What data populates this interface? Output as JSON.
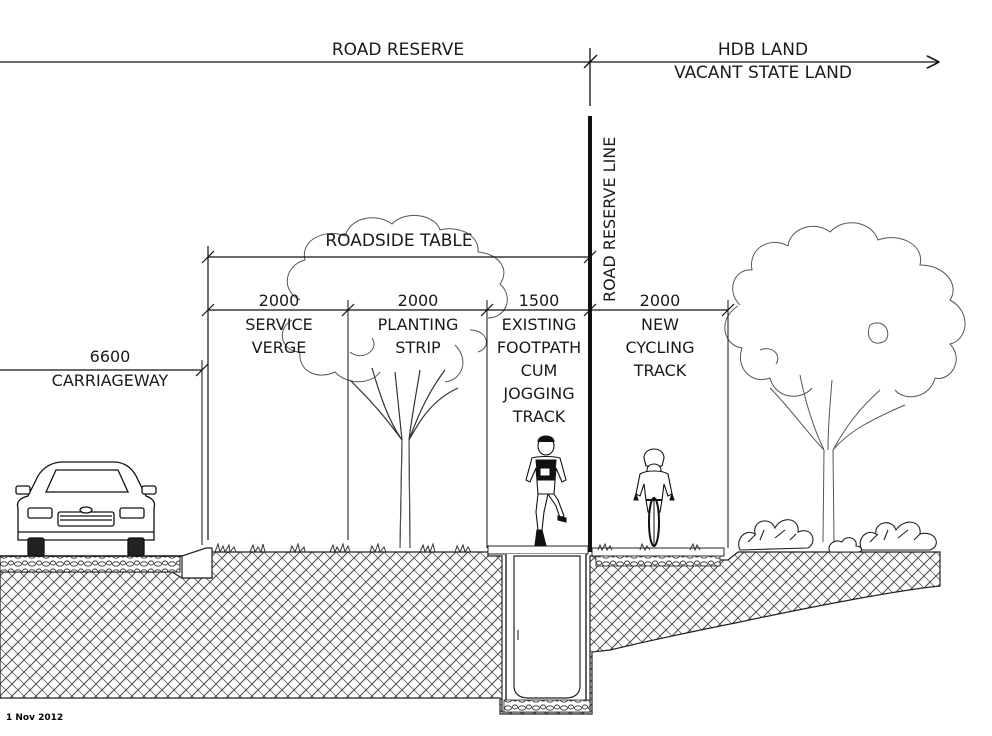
{
  "top_labels": {
    "road_reserve": "ROAD RESERVE",
    "hdb_land": "HDB LAND",
    "vacant_state_land": "VACANT STATE LAND"
  },
  "road_reserve_line": "ROAD RESERVE LINE",
  "roadside_table": "ROADSIDE TABLE",
  "carriageway": {
    "width": "6600",
    "name": "CARRIAGEWAY"
  },
  "segments": [
    {
      "width": "2000",
      "lines": [
        "SERVICE",
        "VERGE"
      ]
    },
    {
      "width": "2000",
      "lines": [
        "PLANTING",
        "STRIP"
      ]
    },
    {
      "width": "1500",
      "lines": [
        "EXISTING",
        "FOOTPATH",
        "CUM",
        "JOGGING",
        "TRACK"
      ]
    },
    {
      "width": "2000",
      "lines": [
        "NEW",
        "CYCLING",
        "TRACK"
      ]
    }
  ],
  "date": "1 Nov 2012",
  "colors": {
    "line": "#111111",
    "ground": "#555555",
    "tree": "#555555"
  },
  "icons": [
    "car-icon",
    "runner-icon",
    "cyclist-icon",
    "tree-icon",
    "shrub-icon",
    "drain-icon"
  ]
}
